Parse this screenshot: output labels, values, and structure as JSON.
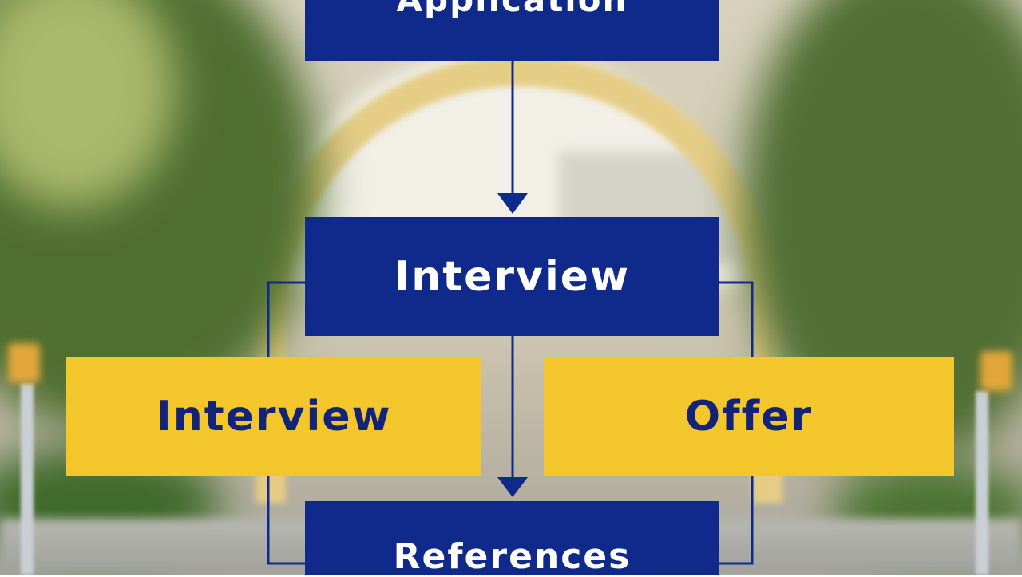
{
  "diagram": {
    "nodes": {
      "application": "Application",
      "interview_main": "Interview",
      "interview_side": "Interview",
      "offer": "Offer",
      "references": "References"
    }
  },
  "colors": {
    "navy_box": "#0f2a8a",
    "gold_box": "#f3c62c",
    "arrow": "#0f2a8a"
  }
}
